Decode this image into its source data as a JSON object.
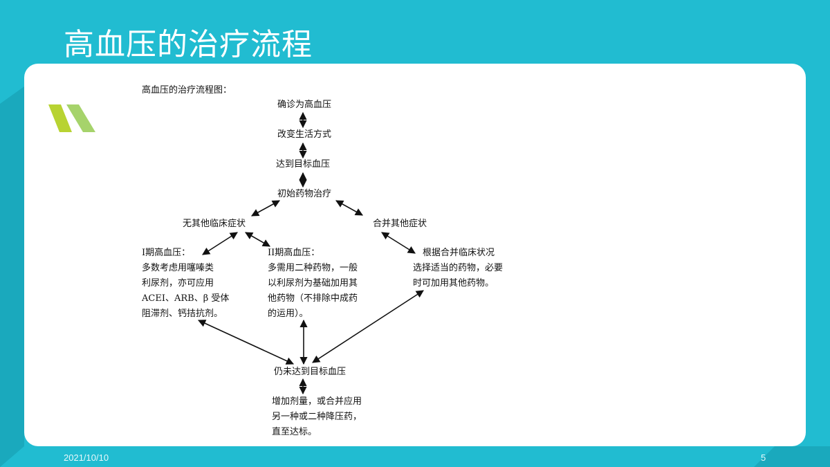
{
  "slide": {
    "title": "高血压的治疗流程",
    "date": "2021/10/10",
    "page_number": "5"
  },
  "diagram": {
    "heading": "高血压的治疗流程图：",
    "nodes": {
      "diagnosed": "确诊为高血压",
      "lifestyle": "改变生活方式",
      "target_bp": "达到目标血压",
      "initial_drug": "初始药物治疗",
      "no_other_symptoms": "无其他临床症状",
      "other_symptoms": "合并其他症状",
      "stage1": [
        "I期高血压：",
        "多数考虑用噻嗪类",
        "利尿剂，亦可应用",
        "ACEI、ARB、β 受体",
        "阻滞剂、钙拮抗剂。"
      ],
      "stage2": [
        "II期高血压：",
        "多需用二种药物，一般",
        "以利尿剂为基础加用其",
        "他药物（不排除中成药",
        "的运用）。"
      ],
      "comorbid": [
        "根据合并临床状况",
        "选择适当的药物，必要",
        "时可加用其他药物。"
      ],
      "not_reached": "仍未达到目标血压",
      "final": [
        "增加剂量，或合并应用",
        "另一种或二种降压药，",
        "直至达标。"
      ]
    }
  },
  "colors": {
    "background": "#21bcd1",
    "panel": "#ffffff",
    "accent_green_dark": "#b8d332",
    "accent_green_light": "#a6d36b"
  }
}
